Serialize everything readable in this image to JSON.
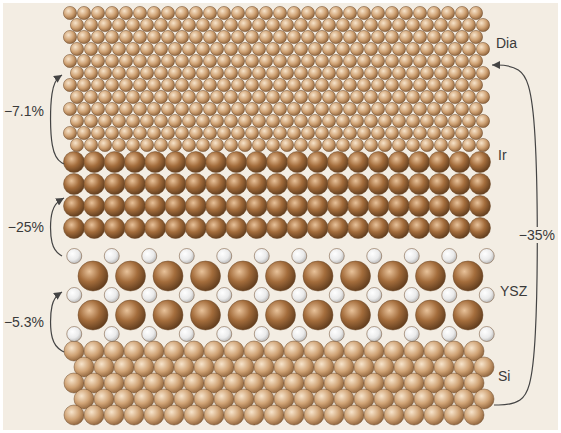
{
  "diagram": {
    "nodes": [
      {
        "text": [
          "Dia"
        ]
      },
      {
        "text": [
          "Ir"
        ]
      },
      {
        "text": [
          "YSZ"
        ]
      },
      {
        "text": [
          "Si"
        ]
      }
    ],
    "edges": [
      {
        "from": 3,
        "to": 2,
        "arrow": "to",
        "label": "−5.3%"
      },
      {
        "from": 2,
        "to": 1,
        "arrow": "to",
        "label": "−25%"
      },
      {
        "from": 1,
        "to": 0,
        "arrow": "to",
        "label": "−7.1%"
      },
      {
        "from": 3,
        "to": 0,
        "arrow": "to",
        "label": "−35%"
      }
    ]
  }
}
